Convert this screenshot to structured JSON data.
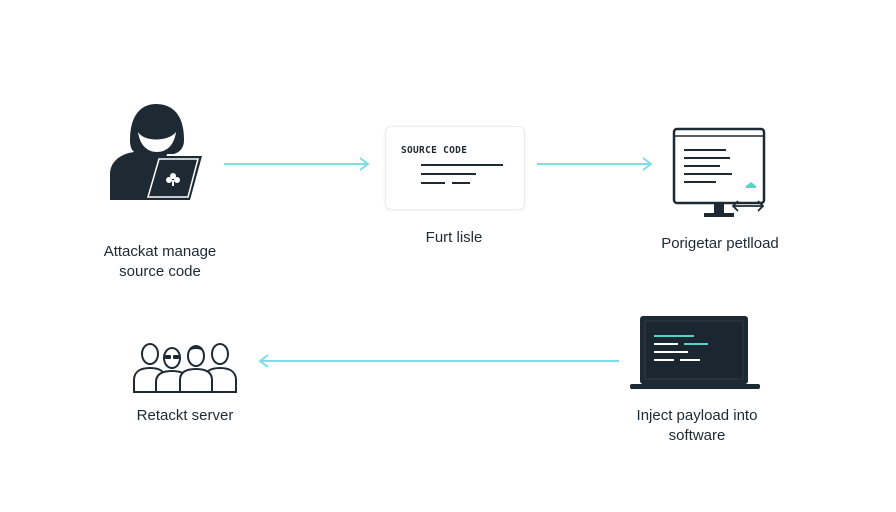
{
  "diagram": {
    "nodes": [
      {
        "id": "attacker",
        "label_lines": [
          "Attackat manage",
          "source code"
        ],
        "icon": "hacker-laptop-icon"
      },
      {
        "id": "source",
        "card_title": "SOURCE CODE",
        "label_lines": [
          "Furt lisle"
        ],
        "icon": "source-code-document-icon"
      },
      {
        "id": "monitor",
        "label_lines": [
          "Porigetar petlload"
        ],
        "icon": "monitor-icon"
      },
      {
        "id": "laptop",
        "label_lines": [
          "Inject payload into",
          "software"
        ],
        "icon": "laptop-icon"
      },
      {
        "id": "users",
        "label_lines": [
          "Retackt server"
        ],
        "icon": "users-group-icon"
      }
    ],
    "edges": [
      {
        "from": "attacker",
        "to": "source"
      },
      {
        "from": "source",
        "to": "monitor"
      },
      {
        "from": "laptop",
        "to": "users"
      }
    ],
    "colors": {
      "arrow": "#7fdde6",
      "icon": "#1e2a33",
      "accent": "#4fd6c8"
    }
  }
}
